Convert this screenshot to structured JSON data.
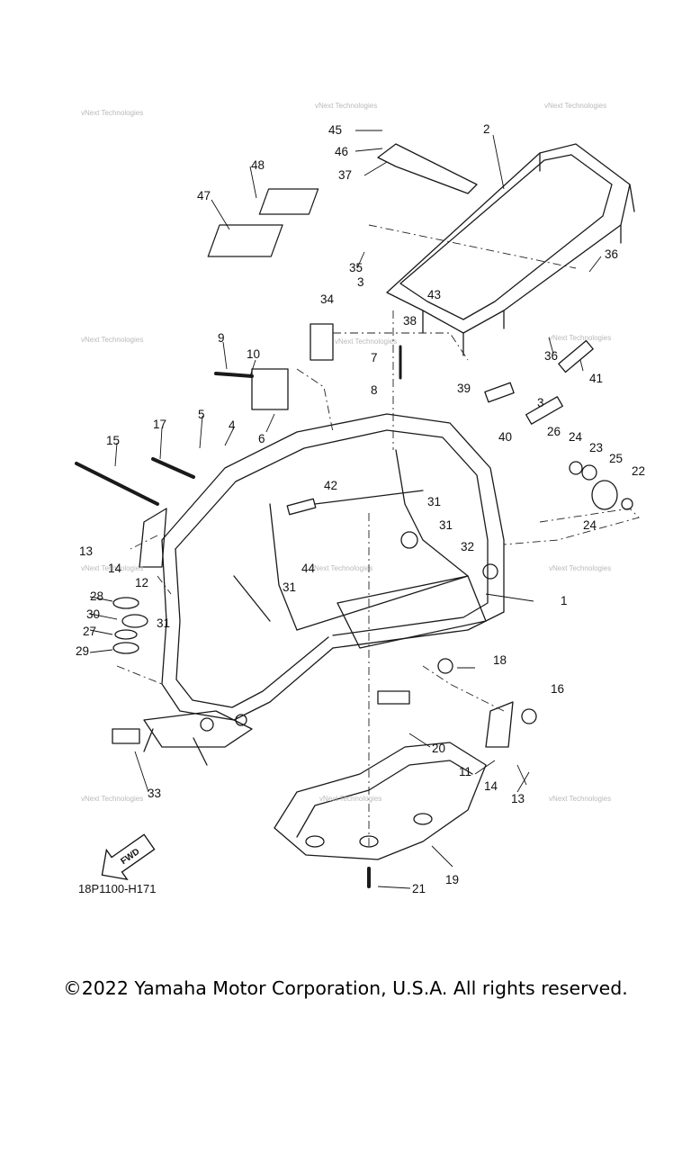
{
  "diagram_code": "18P1100-H171",
  "fwd_label": "FWD",
  "watermark": "vNext Technologies",
  "copyright": "©2022 Yamaha Motor Corporation, U.S.A. All rights reserved.",
  "callouts": [
    "1",
    "2",
    "3",
    "3",
    "4",
    "5",
    "6",
    "7",
    "8",
    "9",
    "10",
    "11",
    "12",
    "13",
    "13",
    "14",
    "14",
    "15",
    "16",
    "17",
    "18",
    "19",
    "20",
    "21",
    "22",
    "23",
    "24",
    "24",
    "25",
    "26",
    "27",
    "28",
    "29",
    "30",
    "31",
    "31",
    "31",
    "31",
    "32",
    "33",
    "34",
    "35",
    "36",
    "36",
    "37",
    "38",
    "39",
    "40",
    "41",
    "42",
    "43",
    "44",
    "45",
    "46",
    "47",
    "48"
  ]
}
